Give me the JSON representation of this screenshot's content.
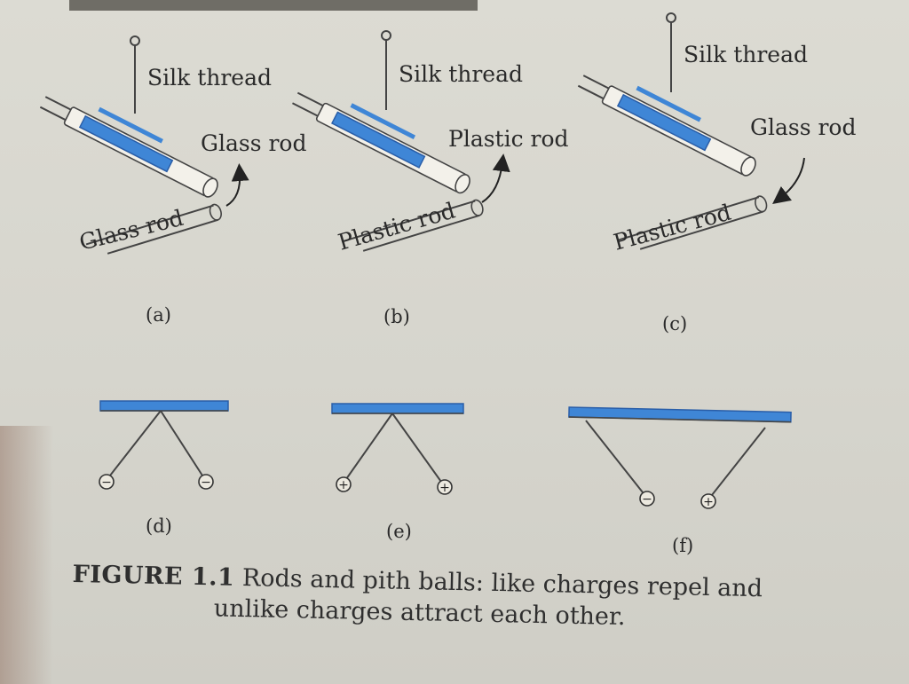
{
  "colors": {
    "rod_blue": "#3f86d6",
    "rod_blue_dark": "#2a5ea8",
    "line": "#444444"
  },
  "panels": {
    "a": {
      "tag": "(a)",
      "thread": "Silk thread",
      "upper_rod": "Glass rod",
      "lower_rod": "Glass rod"
    },
    "b": {
      "tag": "(b)",
      "thread": "Silk thread",
      "upper_rod": "Plastic rod",
      "lower_rod": "Plastic rod"
    },
    "c": {
      "tag": "(c)",
      "thread": "Silk thread",
      "upper_rod": "Glass rod",
      "lower_rod": "Plastic rod"
    },
    "d": {
      "tag": "(d)",
      "ball_sign": "−"
    },
    "e": {
      "tag": "(e)",
      "ball_sign": "+"
    },
    "f": {
      "tag": "(f)",
      "left_sign": "−",
      "right_sign": "+"
    }
  },
  "caption": {
    "label": "FIGURE 1.1",
    "line1": "Rods and pith balls: like charges repel and",
    "line2": "unlike charges attract each other."
  }
}
